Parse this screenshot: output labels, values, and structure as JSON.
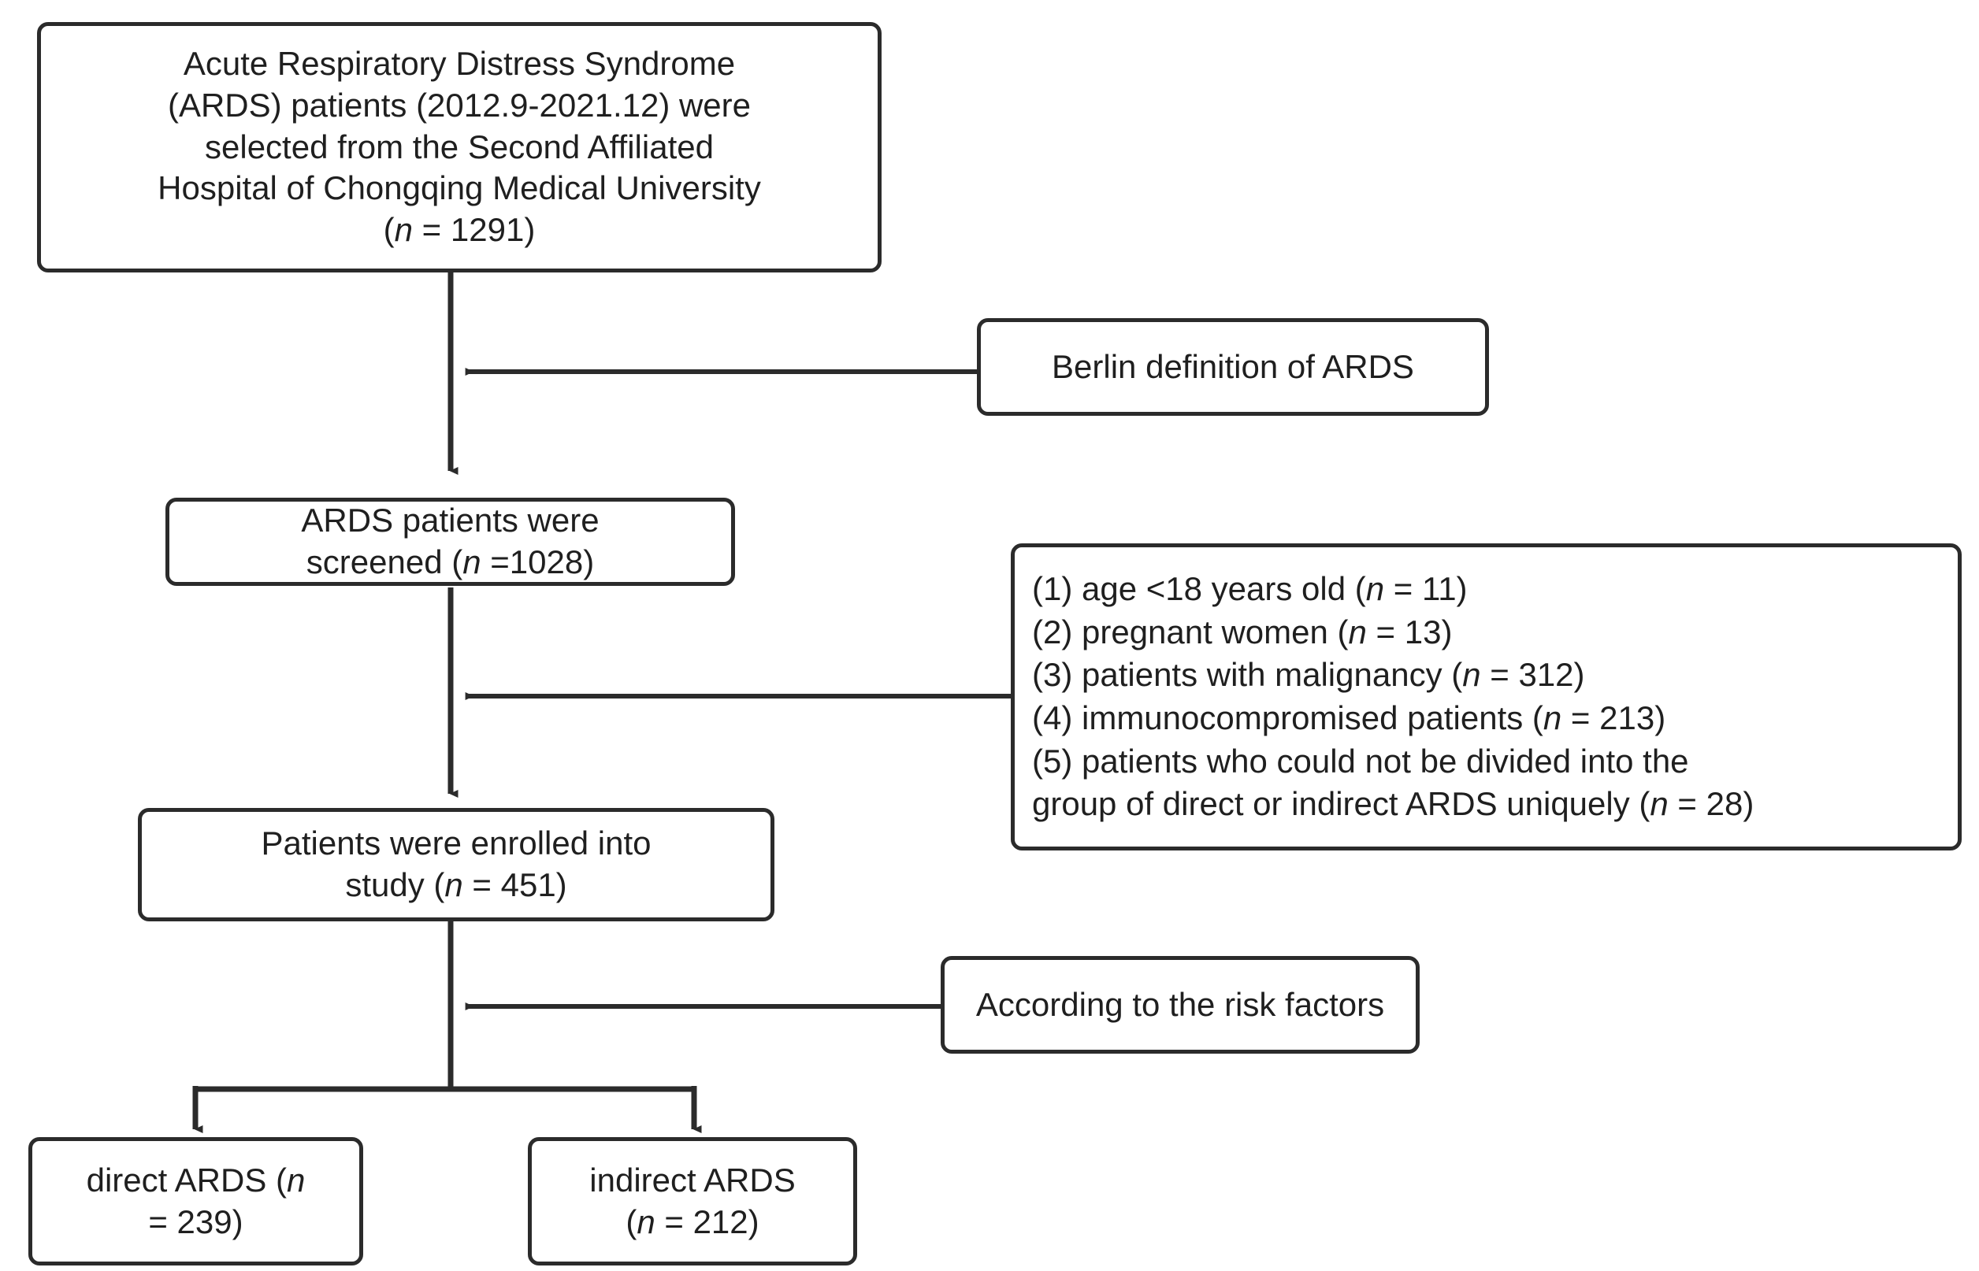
{
  "diagram": {
    "type": "flowchart",
    "title": "ARDS patient selection flow diagram",
    "background_color": "#ffffff",
    "line_color": "#2b2b2b",
    "text_color": "#1f1f1f",
    "nodes": {
      "source_cohort": {
        "label": "Acute Respiratory Distress Syndrome\n(ARDS) patients (2012.9-2021.12)  were\nselected from the Second Affiliated\nHospital of Chongqing Medical University\n(n = 1291)",
        "n": 1291
      },
      "berlin_definition": {
        "label": "Berlin definition of ARDS"
      },
      "screened": {
        "label": "ARDS patients were\nscreened (n =1028)",
        "n": 1028
      },
      "exclusions": {
        "label": "(1) age  <18 years old (n = 11)\n(2) pregnant women (n = 13)\n(3) patients with malignancy (n = 312)\n(4) immunocompromised patients (n = 213)\n(5) patients who could not be divided into the\ngroup of direct or indirect ARDS uniquely (n = 28)",
        "items": [
          {
            "index": "(1)",
            "reason": "age  <18 years old",
            "n": 11
          },
          {
            "index": "(2)",
            "reason": "pregnant women",
            "n": 13
          },
          {
            "index": "(3)",
            "reason": "patients with malignancy",
            "n": 312
          },
          {
            "index": "(4)",
            "reason": "immunocompromised patients",
            "n": 213
          },
          {
            "index": "(5)",
            "reason": "patients who could not be divided into the group of direct or indirect ARDS uniquely",
            "n": 28
          }
        ]
      },
      "enrolled": {
        "label": "Patients were enrolled into\nstudy (n = 451)",
        "n": 451
      },
      "risk_factors": {
        "label": "According to the risk factors"
      },
      "direct_ards": {
        "label": "direct ARDS (n\n= 239)",
        "n": 239
      },
      "indirect_ards": {
        "label": "indirect ARDS\n(n = 212)",
        "n": 212
      }
    },
    "edges": [
      {
        "from": "source_cohort",
        "to": "screened",
        "kind": "vertical-arrow"
      },
      {
        "from": "berlin_definition",
        "to": "source_cohort_to_screened",
        "kind": "horizontal-arrow-left"
      },
      {
        "from": "screened",
        "to": "enrolled",
        "kind": "vertical-arrow"
      },
      {
        "from": "exclusions",
        "to": "screened_to_enrolled",
        "kind": "horizontal-arrow-left"
      },
      {
        "from": "enrolled",
        "to": "split",
        "kind": "vertical-line"
      },
      {
        "from": "risk_factors",
        "to": "enrolled_to_split",
        "kind": "horizontal-arrow-left"
      },
      {
        "from": "split",
        "to": "direct_ards",
        "kind": "elbow-arrow-down"
      },
      {
        "from": "split",
        "to": "indirect_ards",
        "kind": "elbow-arrow-down"
      }
    ]
  }
}
